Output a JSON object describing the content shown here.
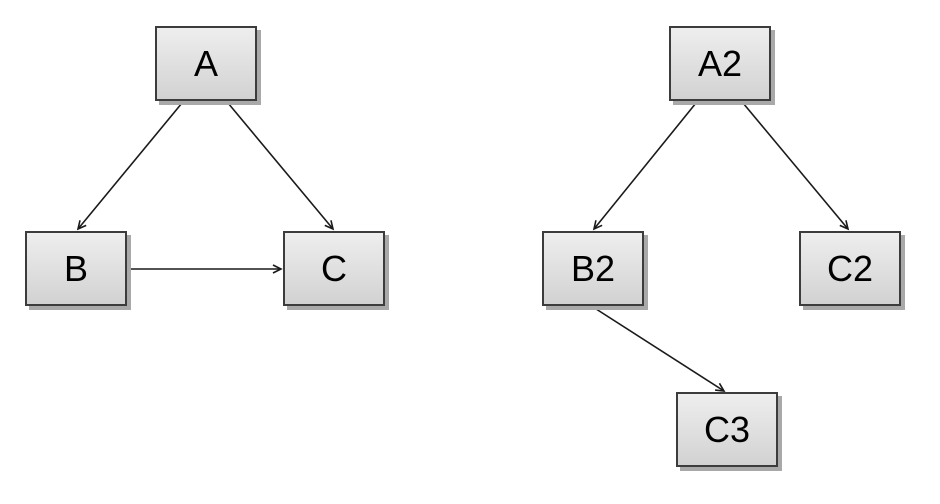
{
  "diagram_left": {
    "nodes": {
      "a": {
        "label": "A"
      },
      "b": {
        "label": "B"
      },
      "c": {
        "label": "C"
      }
    },
    "edges": [
      {
        "from": "A",
        "to": "B"
      },
      {
        "from": "A",
        "to": "C"
      },
      {
        "from": "B",
        "to": "C"
      }
    ]
  },
  "diagram_right": {
    "nodes": {
      "a2": {
        "label": "A2"
      },
      "b2": {
        "label": "B2"
      },
      "c2": {
        "label": "C2"
      },
      "c3": {
        "label": "C3"
      }
    },
    "edges": [
      {
        "from": "A2",
        "to": "B2"
      },
      {
        "from": "A2",
        "to": "C2"
      },
      {
        "from": "B2",
        "to": "C3"
      }
    ]
  },
  "colors": {
    "background": "#ffffff",
    "node_border": "#3c3c3c",
    "node_fill_top": "#eeeeee",
    "node_fill_bottom": "#d2d2d2",
    "shadow": "#a9a9a9",
    "edge_color": "#1a1a1a",
    "text": "#000000"
  }
}
